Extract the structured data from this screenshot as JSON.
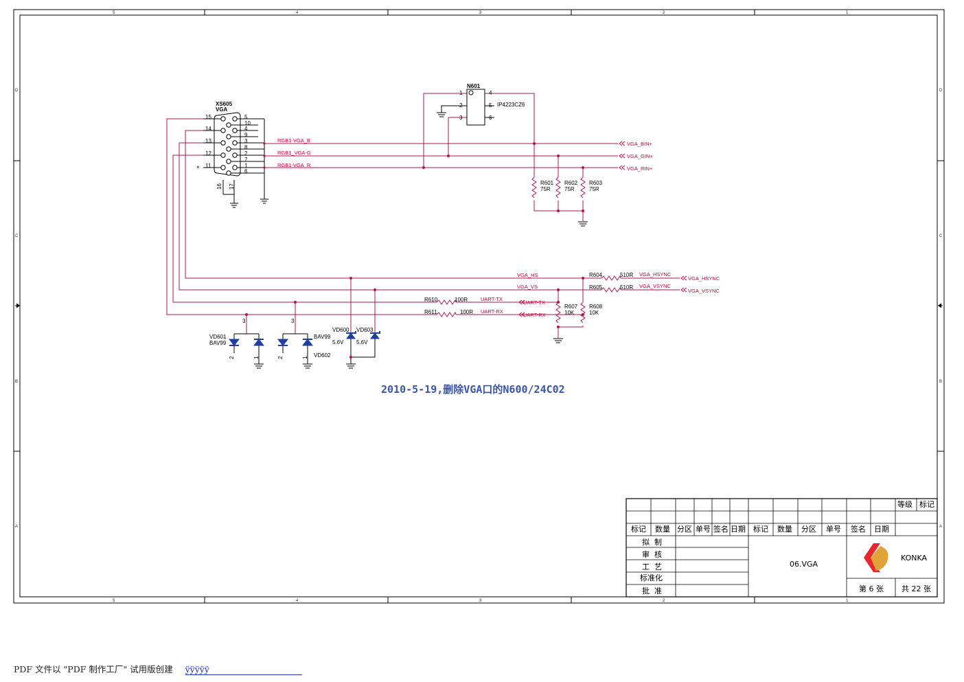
{
  "grid": {
    "cols": [
      "5",
      "4",
      "3",
      "2",
      "1"
    ],
    "rows": [
      "D",
      "C",
      "B",
      "A"
    ]
  },
  "connector": {
    "ref": "XS605",
    "type": "VGA",
    "pins_left": [
      "15",
      "14",
      "13",
      "12",
      "11"
    ],
    "pins_right": [
      "5",
      "10",
      "4",
      "9",
      "3",
      "8",
      "2",
      "7",
      "1",
      "6"
    ],
    "pins_bottom": [
      "16",
      "17"
    ]
  },
  "ic": {
    "ref": "N601",
    "part": "IP4223CZ6",
    "pins_left": [
      "1",
      "2",
      "3"
    ],
    "pins_right": [
      "4",
      "5",
      "6"
    ]
  },
  "nets": {
    "rgb_b": "RGB1-VGA_B",
    "rgb_g": "RGB1_VGA-G",
    "rgb_r": "RGB1-VGA_R",
    "hs": "VGA_HS",
    "vs": "VGA_VS",
    "uart_tx": "UART-TX",
    "uart_rx": "UART-RX",
    "hsync_local": "VGA_HSYNC",
    "vsync_local": "VGA_VSYNC"
  },
  "ports": {
    "bin": "VGA_BIN+",
    "gin": "VGA_GIN+",
    "rin": "VGA_RIN+",
    "hsync": "VGA_HSYNC",
    "vsync": "VGA_VSYNC",
    "uart_tx": "UART-TX",
    "uart_rx": "UART-RX"
  },
  "resistors": {
    "r601": {
      "ref": "R601",
      "val": "75R"
    },
    "r602": {
      "ref": "R602",
      "val": "75R"
    },
    "r603": {
      "ref": "R603",
      "val": "75R"
    },
    "r604": {
      "ref": "R604",
      "val": "510R"
    },
    "r605": {
      "ref": "R605",
      "val": "510R"
    },
    "r607": {
      "ref": "R607",
      "val": "10K"
    },
    "r608": {
      "ref": "R608",
      "val": "10K"
    },
    "r610": {
      "ref": "R610",
      "val": "100R"
    },
    "r611": {
      "ref": "R611",
      "val": "100R"
    }
  },
  "diodes": {
    "vd601": {
      "ref": "VD601",
      "part": "BAV99"
    },
    "vd602": {
      "ref": "VD602",
      "part": "BAV99"
    },
    "vd600": {
      "ref": "VD600",
      "val": "5.6V"
    },
    "vd603": {
      "ref": "VD603",
      "val": "5.6V"
    },
    "pin2": "2",
    "pin1": "1",
    "pin3": "3"
  },
  "annotation": "2010-5-19,删除VGA口的N600/24C02",
  "title_block": {
    "level": "等级",
    "mark": "标记",
    "header": [
      "标记",
      "数量",
      "分区",
      "单号",
      "签名",
      "日期",
      "标记",
      "数量",
      "分区",
      "单号",
      "签名",
      "日期"
    ],
    "roles": [
      "拟  制",
      "审  核",
      "工  艺",
      "标准化",
      "批  准"
    ],
    "drawing_title": "06.VGA",
    "company": "KONKA",
    "sheet": "第 6 张",
    "total": "共 22 张"
  },
  "footer": {
    "text": "PDF 文件以 \"PDF 制作工厂\" 试用版创建",
    "link": "ÿÿÿÿÿ"
  },
  "colors": {
    "wire": "#b0134e",
    "net_label": "#cc0033",
    "diode": "#1f3fa0",
    "annotation": "#3b55a8",
    "logo_red": "#e8262b",
    "logo_orange": "#e2a23a"
  }
}
